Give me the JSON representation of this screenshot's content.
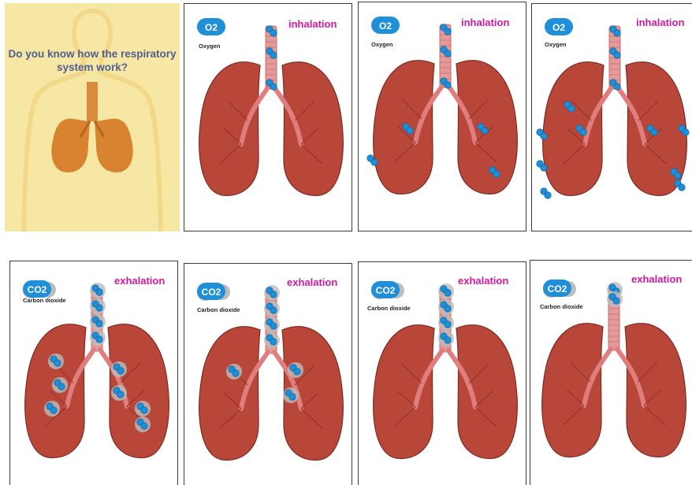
{
  "intro": {
    "question": "Do you know how the respiratory system work?"
  },
  "inhalation": {
    "label": "inhalation",
    "gas_formula": "O2",
    "gas_name": "Oxygen"
  },
  "exhalation": {
    "label": "exhalation",
    "gas_formula": "CO2",
    "gas_name": "Carbon dioxide"
  },
  "colors": {
    "lung": "#b8473a",
    "trachea": "#e59a9a",
    "oxygen": "#1e8fd8",
    "co2_cloud": "#bdbdbd",
    "label": "#cc1aa0",
    "intro_bg": "#f7e7a4"
  },
  "panels": [
    {
      "kind": "intro"
    },
    {
      "kind": "inhalation",
      "step": 1
    },
    {
      "kind": "inhalation",
      "step": 2
    },
    {
      "kind": "inhalation",
      "step": 3
    },
    {
      "kind": "exhalation",
      "step": 1
    },
    {
      "kind": "exhalation",
      "step": 2
    },
    {
      "kind": "exhalation",
      "step": 3
    },
    {
      "kind": "exhalation",
      "step": 4
    }
  ]
}
